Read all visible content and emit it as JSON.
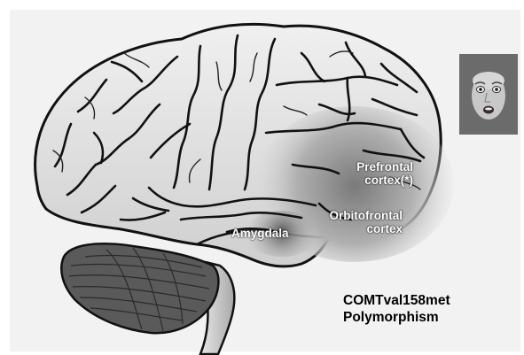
{
  "labels": {
    "prefrontal_line1": "Prefrontal",
    "prefrontal_line2": "cortex(*)",
    "orbitofrontal_line1": "Orbitofrontal",
    "orbitofrontal_line2": "cortex",
    "amygdala": "Amygdala"
  },
  "caption": {
    "line1": "COMTval158met",
    "line2": "Polymorphism"
  },
  "colors": {
    "background": "#f2f2f2",
    "brain_fill": "#e4e4e4",
    "highlight_shadow": "#8a8a8a",
    "cerebellum": "#555555",
    "outline": "#111111"
  },
  "icons": {
    "face": "fearful-face-photo"
  }
}
